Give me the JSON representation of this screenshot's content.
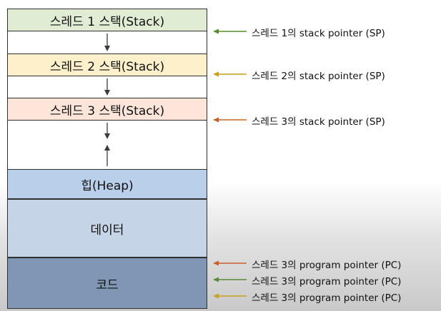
{
  "memory": {
    "stack1": {
      "label": "스레드 1 스택(Stack)",
      "color": "#e1ecd4"
    },
    "stack2": {
      "label": "스레드 2 스택(Stack)",
      "color": "#fdf0cb"
    },
    "stack3": {
      "label": "스레드 3 스택(Stack)",
      "color": "#fde5d9"
    },
    "heap": {
      "label": "힙(Heap)",
      "color": "#b9cfea"
    },
    "data": {
      "label": "데이터",
      "color": "#c5d4e6"
    },
    "code": {
      "label": "코드",
      "color": "#7f97b4"
    }
  },
  "pointers": [
    {
      "label": "스레드 1의 stack pointer (SP)",
      "color": "#5a8a32"
    },
    {
      "label": "스레드 2의 stack pointer (SP)",
      "color": "#c9a022"
    },
    {
      "label": "스레드 3의 stack pointer (SP)",
      "color": "#c8602a"
    },
    {
      "label": "스레드 3의 program pointer (PC)",
      "color": "#c8602a"
    },
    {
      "label": "스레드 3의 program pointer (PC)",
      "color": "#5a8a32"
    },
    {
      "label": "스레드 3의 program pointer (PC)",
      "color": "#c9a022"
    }
  ],
  "colors": {
    "border": "#2f2f2f",
    "growth_arrow": "#3a3a3a"
  }
}
